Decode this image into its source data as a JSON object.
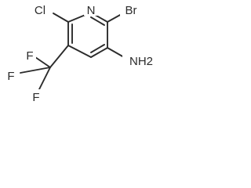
{
  "molecule": {
    "atoms": {
      "n": "N",
      "cl": "Cl",
      "br": "Br",
      "nh2": "NH2",
      "f_top": "F",
      "f_left": "F",
      "f_bottom": "F"
    }
  }
}
